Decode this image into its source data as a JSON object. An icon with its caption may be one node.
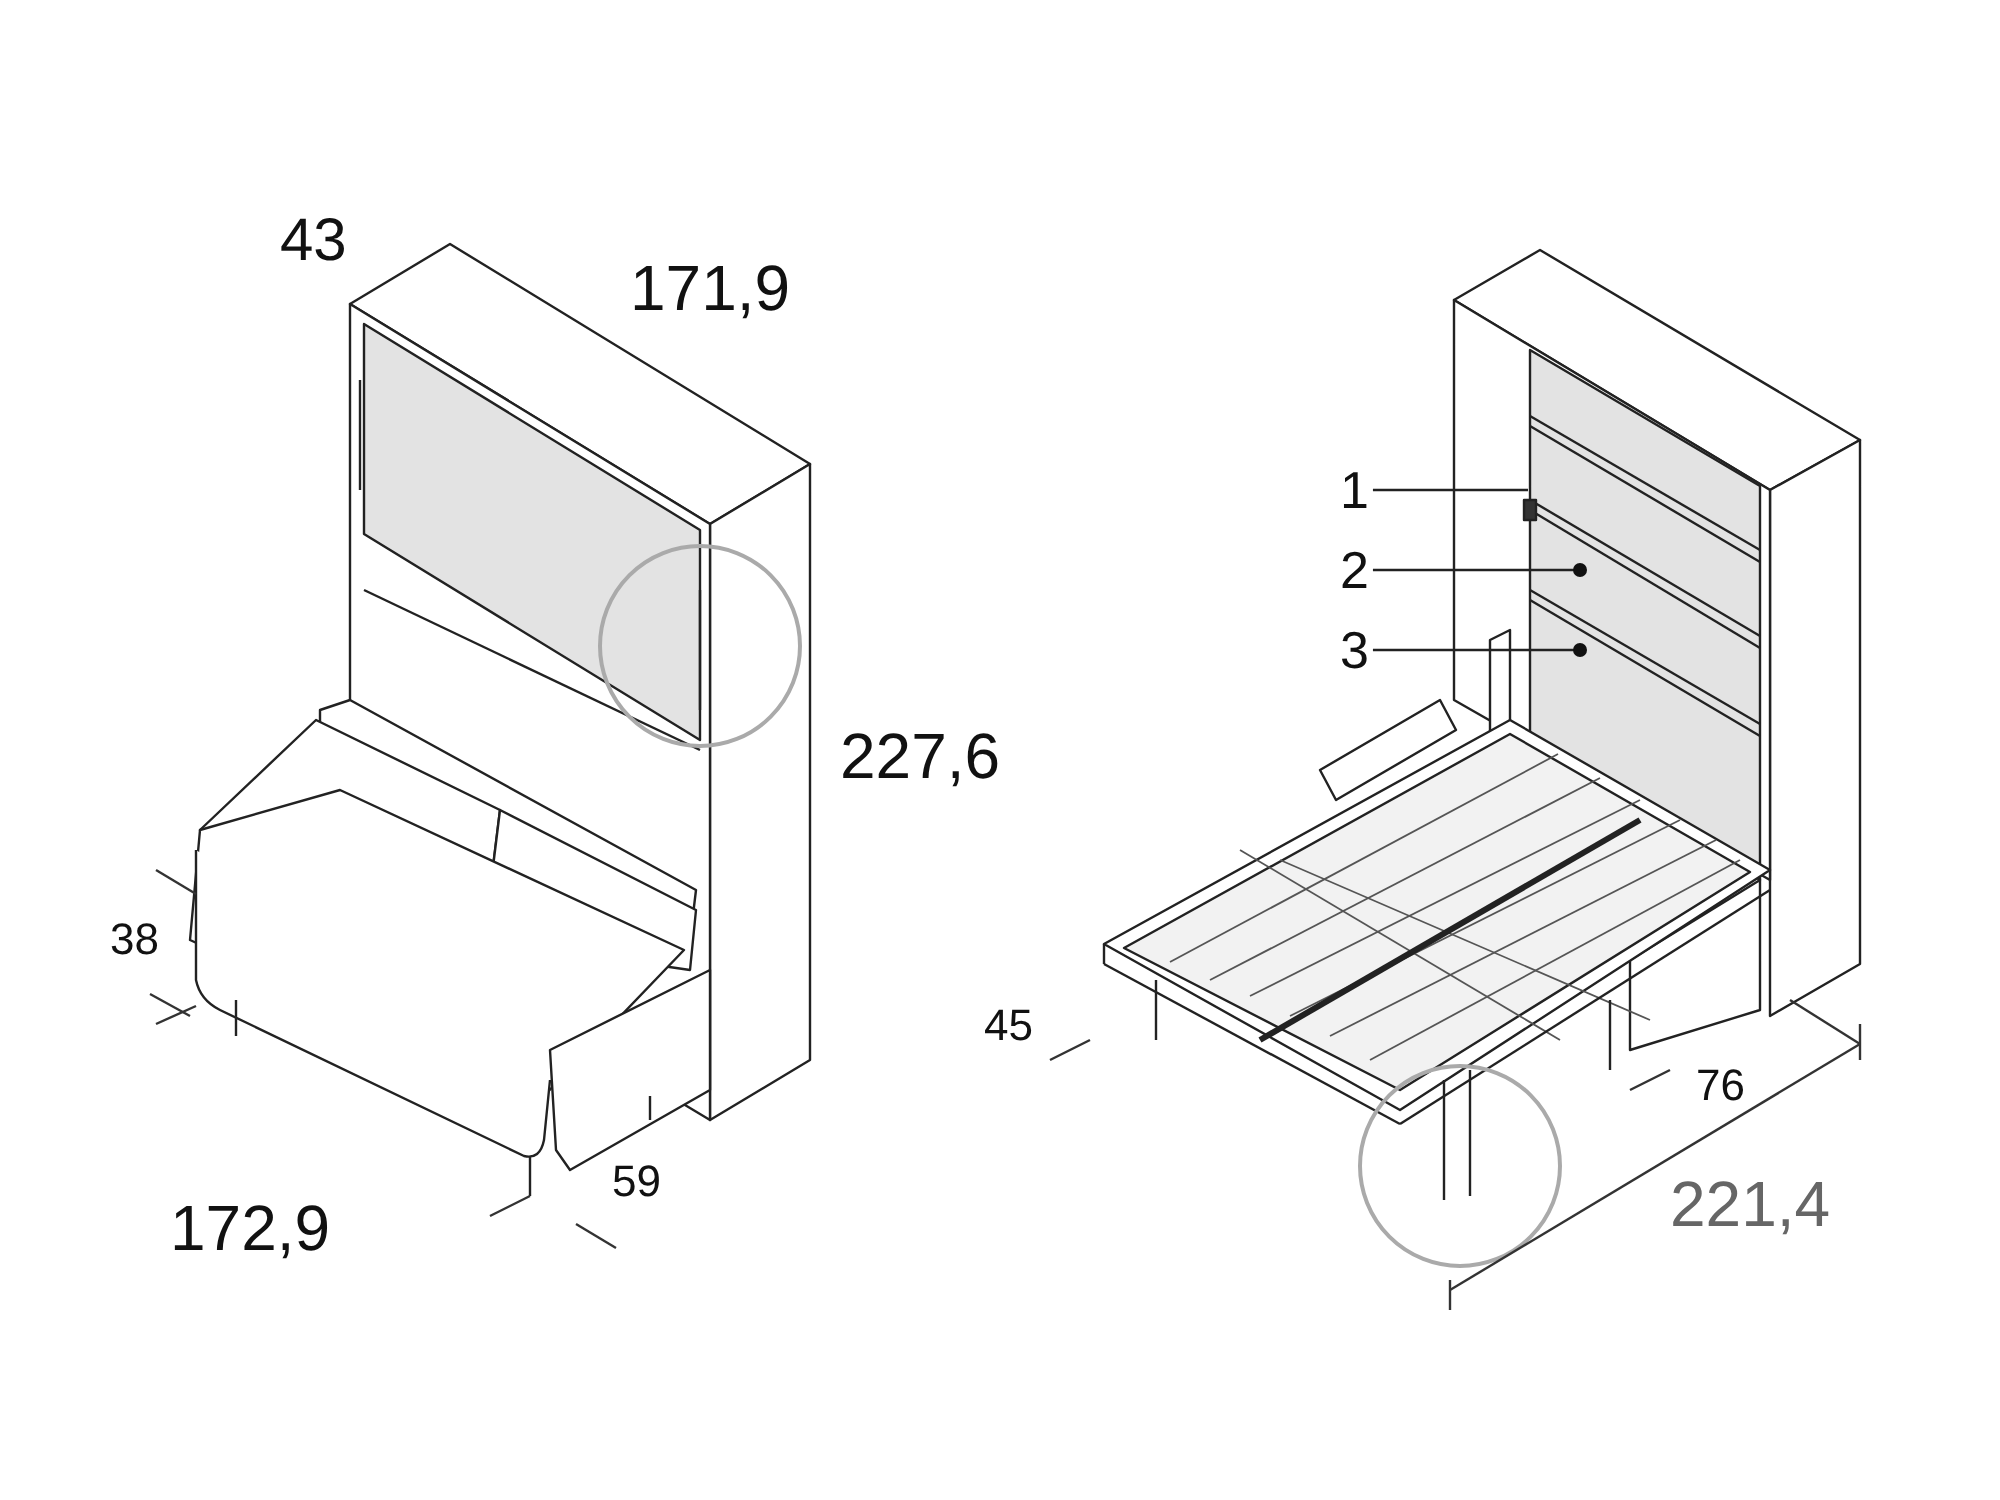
{
  "diagram": {
    "nodes": [
      {
        "text": [
          "1"
        ]
      },
      {
        "text": [
          "2"
        ]
      },
      {
        "text": [
          "3"
        ]
      }
    ],
    "edges": [
      {
        "from": 0,
        "to": null,
        "arrow": "none"
      },
      {
        "from": 1,
        "to": null,
        "arrow": "other"
      },
      {
        "from": 2,
        "to": null,
        "arrow": "other"
      }
    ],
    "labels": [
      "43",
      "171,9",
      "227,6",
      "38",
      "172,9",
      "59",
      "45",
      "76",
      "221,4"
    ]
  }
}
